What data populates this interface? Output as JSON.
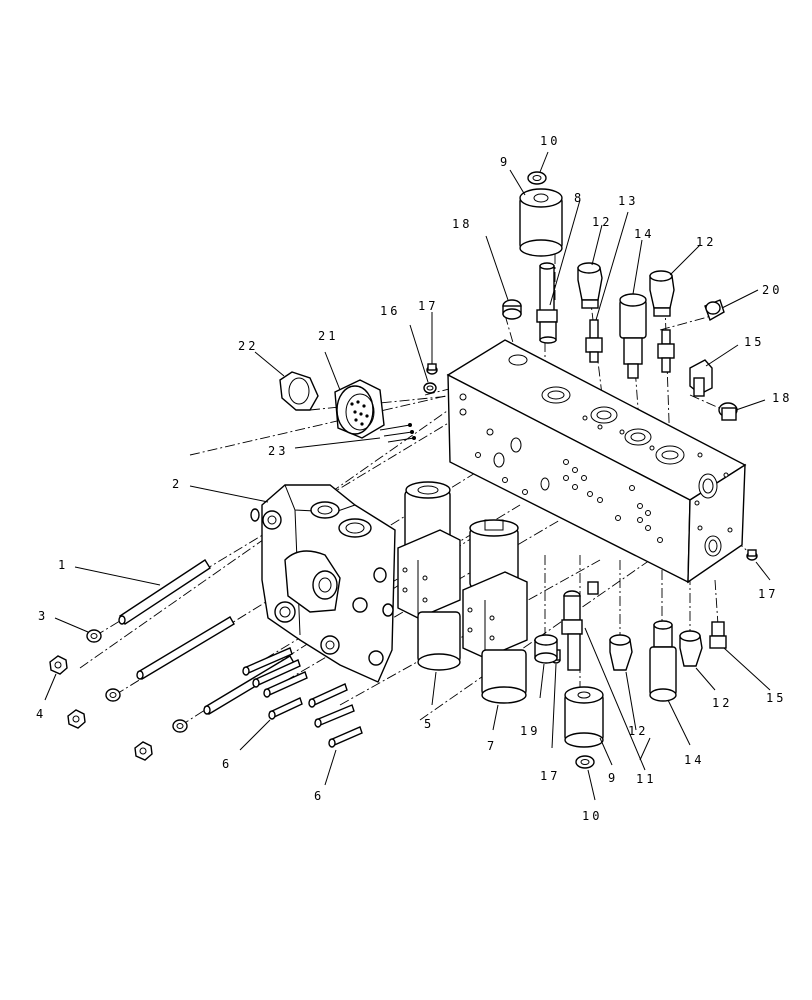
{
  "callouts": [
    {
      "id": "c1",
      "text": "1"
    },
    {
      "id": "c2",
      "text": "2"
    },
    {
      "id": "c3",
      "text": "3"
    },
    {
      "id": "c4",
      "text": "4"
    },
    {
      "id": "c5",
      "text": "5"
    },
    {
      "id": "c6a",
      "text": "6"
    },
    {
      "id": "c6b",
      "text": "6"
    },
    {
      "id": "c7",
      "text": "7"
    },
    {
      "id": "c8",
      "text": "8"
    },
    {
      "id": "c9a",
      "text": "9"
    },
    {
      "id": "c9b",
      "text": "9"
    },
    {
      "id": "c10a",
      "text": "10"
    },
    {
      "id": "c10b",
      "text": "10"
    },
    {
      "id": "c11",
      "text": "11"
    },
    {
      "id": "c12a",
      "text": "12"
    },
    {
      "id": "c12b",
      "text": "12"
    },
    {
      "id": "c12c",
      "text": "12"
    },
    {
      "id": "c12d",
      "text": "12"
    },
    {
      "id": "c13",
      "text": "13"
    },
    {
      "id": "c14a",
      "text": "14"
    },
    {
      "id": "c14b",
      "text": "14"
    },
    {
      "id": "c15a",
      "text": "15"
    },
    {
      "id": "c15b",
      "text": "15"
    },
    {
      "id": "c16",
      "text": "16"
    },
    {
      "id": "c17a",
      "text": "17"
    },
    {
      "id": "c17b",
      "text": "17"
    },
    {
      "id": "c17c",
      "text": "17"
    },
    {
      "id": "c18a",
      "text": "18"
    },
    {
      "id": "c18b",
      "text": "18"
    },
    {
      "id": "c19",
      "text": "19"
    },
    {
      "id": "c20",
      "text": "20"
    },
    {
      "id": "c21",
      "text": "21"
    },
    {
      "id": "c22",
      "text": "22"
    },
    {
      "id": "c23",
      "text": "23"
    }
  ]
}
